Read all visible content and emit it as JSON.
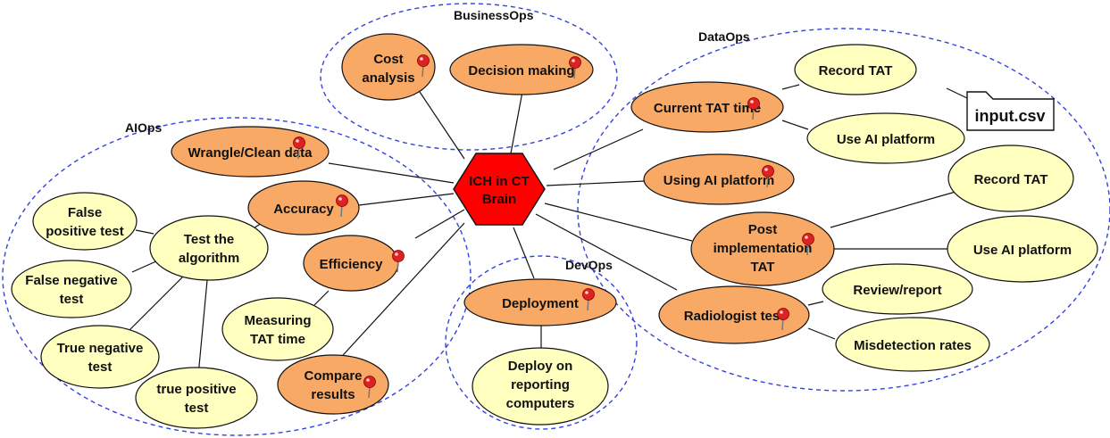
{
  "groups": {
    "business": "BusinessOps",
    "data": "DataOps",
    "ai": "AIOps",
    "dev": "DevOps"
  },
  "center": [
    "ICH in CT",
    "Brain"
  ],
  "nodes": {
    "cost_analysis": [
      "Cost",
      "analysis"
    ],
    "decision_making": [
      "Decision making"
    ],
    "current_tat": [
      "Current TAT time"
    ],
    "record_tat_1": [
      "Record TAT"
    ],
    "use_ai_1": [
      "Use AI platform"
    ],
    "using_ai": [
      "Using AI platform"
    ],
    "record_tat_2": [
      "Record TAT"
    ],
    "post_impl": [
      "Post",
      "implementation",
      "TAT"
    ],
    "use_ai_2": [
      "Use AI platform"
    ],
    "radiologist": [
      "Radiologist test"
    ],
    "review_report": [
      "Review/report"
    ],
    "misdetection": [
      "Misdetection rates"
    ],
    "wrangle": [
      "Wrangle/Clean data"
    ],
    "accuracy": [
      "Accuracy"
    ],
    "test_algo": [
      "Test the",
      "algorithm"
    ],
    "false_pos": [
      "False",
      "positive test"
    ],
    "false_neg": [
      "False negative",
      "test"
    ],
    "true_neg": [
      "True negative",
      "test"
    ],
    "true_pos": [
      "true positive",
      "test"
    ],
    "efficiency": [
      "Efficiency"
    ],
    "measuring": [
      "Measuring",
      "TAT time"
    ],
    "compare": [
      "Compare",
      "results"
    ],
    "deployment": [
      "Deployment"
    ],
    "deploy_on": [
      "Deploy on",
      "reporting",
      "computers"
    ]
  },
  "file": "input.csv",
  "colors": {
    "primary_node": "#f8a966",
    "secondary_node": "#ffffc0",
    "center_node": "#ff0000",
    "group_border": "#3344dd",
    "pin": "#dd2222"
  },
  "icons": [
    "pin-icon",
    "file-icon"
  ]
}
